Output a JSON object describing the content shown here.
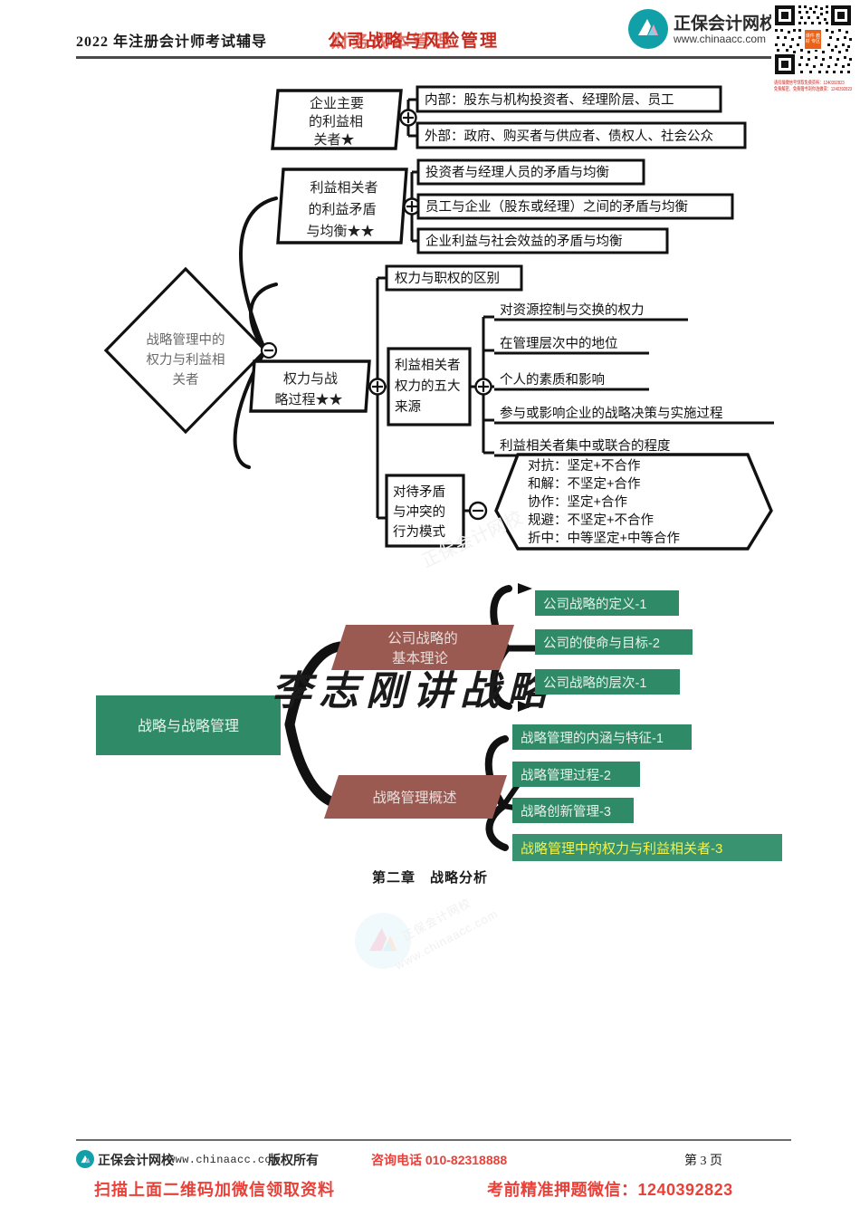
{
  "header": {
    "left_title": "2022 年注册会计师考试辅导",
    "doc_title": "公司战略与风险管理",
    "doc_title_overlay": "财务成本管理",
    "logo_name": "正保会计网校",
    "logo_url": "www.chinaacc.com",
    "logo_icon": "book-circle-icon",
    "qr_icon": "qr-code-icon",
    "qr_center_label": "课件\n教材\n专区",
    "qr_note_1": "请扫描微信号领取免费资料：1240392823",
    "qr_note_2": "免费解密、免费赠书到你选做资：1240392823"
  },
  "map1": {
    "root": "战略管理中的\n权力与利益相\n关者",
    "root_lines": [
      "战略管理中的",
      "权力与利益相",
      "关者"
    ],
    "branches": [
      {
        "title_lines": [
          "企业主要",
          "的利益相",
          "关者★"
        ],
        "children": [
          "内部：股东与机构投资者、经理阶层、员工",
          "外部：政府、购买者与供应者、债权人、社会公众"
        ]
      },
      {
        "title_lines": [
          "利益相关者",
          "的利益矛盾",
          "与均衡★★"
        ],
        "children": [
          "投资者与经理人员的矛盾与均衡",
          "员工与企业（股东或经理）之间的矛盾与均衡",
          "企业利益与社会效益的矛盾与均衡"
        ]
      },
      {
        "title_lines": [
          "权力与战",
          "略过程★★"
        ],
        "children": [
          "权力与职权的区别"
        ],
        "sub_groups": [
          {
            "title_lines": [
              "利益相关者",
              "权力的五大",
              "来源"
            ],
            "items": [
              "对资源控制与交换的权力",
              "在管理层次中的地位",
              "个人的素质和影响",
              "参与或影响企业的战略决策与实施过程",
              "利益相关者集中或联合的程度"
            ]
          },
          {
            "title_lines": [
              "对待矛盾",
              "与冲突的",
              "行为模式"
            ],
            "hex_lines": [
              "对抗：坚定+不合作",
              "和解：不坚定+合作",
              "协作：坚定+合作",
              "规避：不坚定+不合作",
              "折中：中等坚定+中等合作"
            ]
          }
        ]
      }
    ],
    "collapse_icon": "minus-circle-icon",
    "expand_icon": "plus-circle-icon"
  },
  "map2": {
    "root": "战略与战略管理",
    "watermark": "李志刚讲战略",
    "groups": [
      {
        "title_lines": [
          "公司战略的",
          "基本理论"
        ],
        "items": [
          {
            "text": "公司战略的定义-1",
            "highlight": false
          },
          {
            "text": "公司的使命与目标-2",
            "highlight": false
          },
          {
            "text": "公司战略的层次-1",
            "highlight": false,
            "tail_yellow": "1"
          }
        ]
      },
      {
        "title_lines": [
          "战略管理概述"
        ],
        "items": [
          {
            "text": "战略管理的内涵与特征-1",
            "highlight": false,
            "tail_yellow": "1"
          },
          {
            "text": "战略管理过程-2",
            "highlight": false,
            "tail_yellow": "-2"
          },
          {
            "text": "战略创新管理-3",
            "highlight": false
          },
          {
            "text": "战略管理中的权力与利益相关者-3",
            "highlight": true
          }
        ]
      }
    ],
    "colors": {
      "green": "#2f8a67",
      "maroon": "#9a5a52",
      "highlight_yellow": "#f2f24a",
      "node_text": "#e8f3ee"
    }
  },
  "chapter": "第二章　战略分析",
  "watermark_mid": {
    "diag_text_1": "正保会计网校",
    "diag_text_2": "www.chinaacc.com"
  },
  "footer": {
    "logo_icon": "book-circle-icon",
    "brand": "正保会计网校",
    "site": "www.chinaacc.com",
    "rights": "版权所有",
    "phone": "咨询电话 010-82318888",
    "page": "第 3 页",
    "scan_note": "扫描上面二维码加微信领取资料",
    "wechat_note": "考前精准押题微信：1240392823"
  }
}
